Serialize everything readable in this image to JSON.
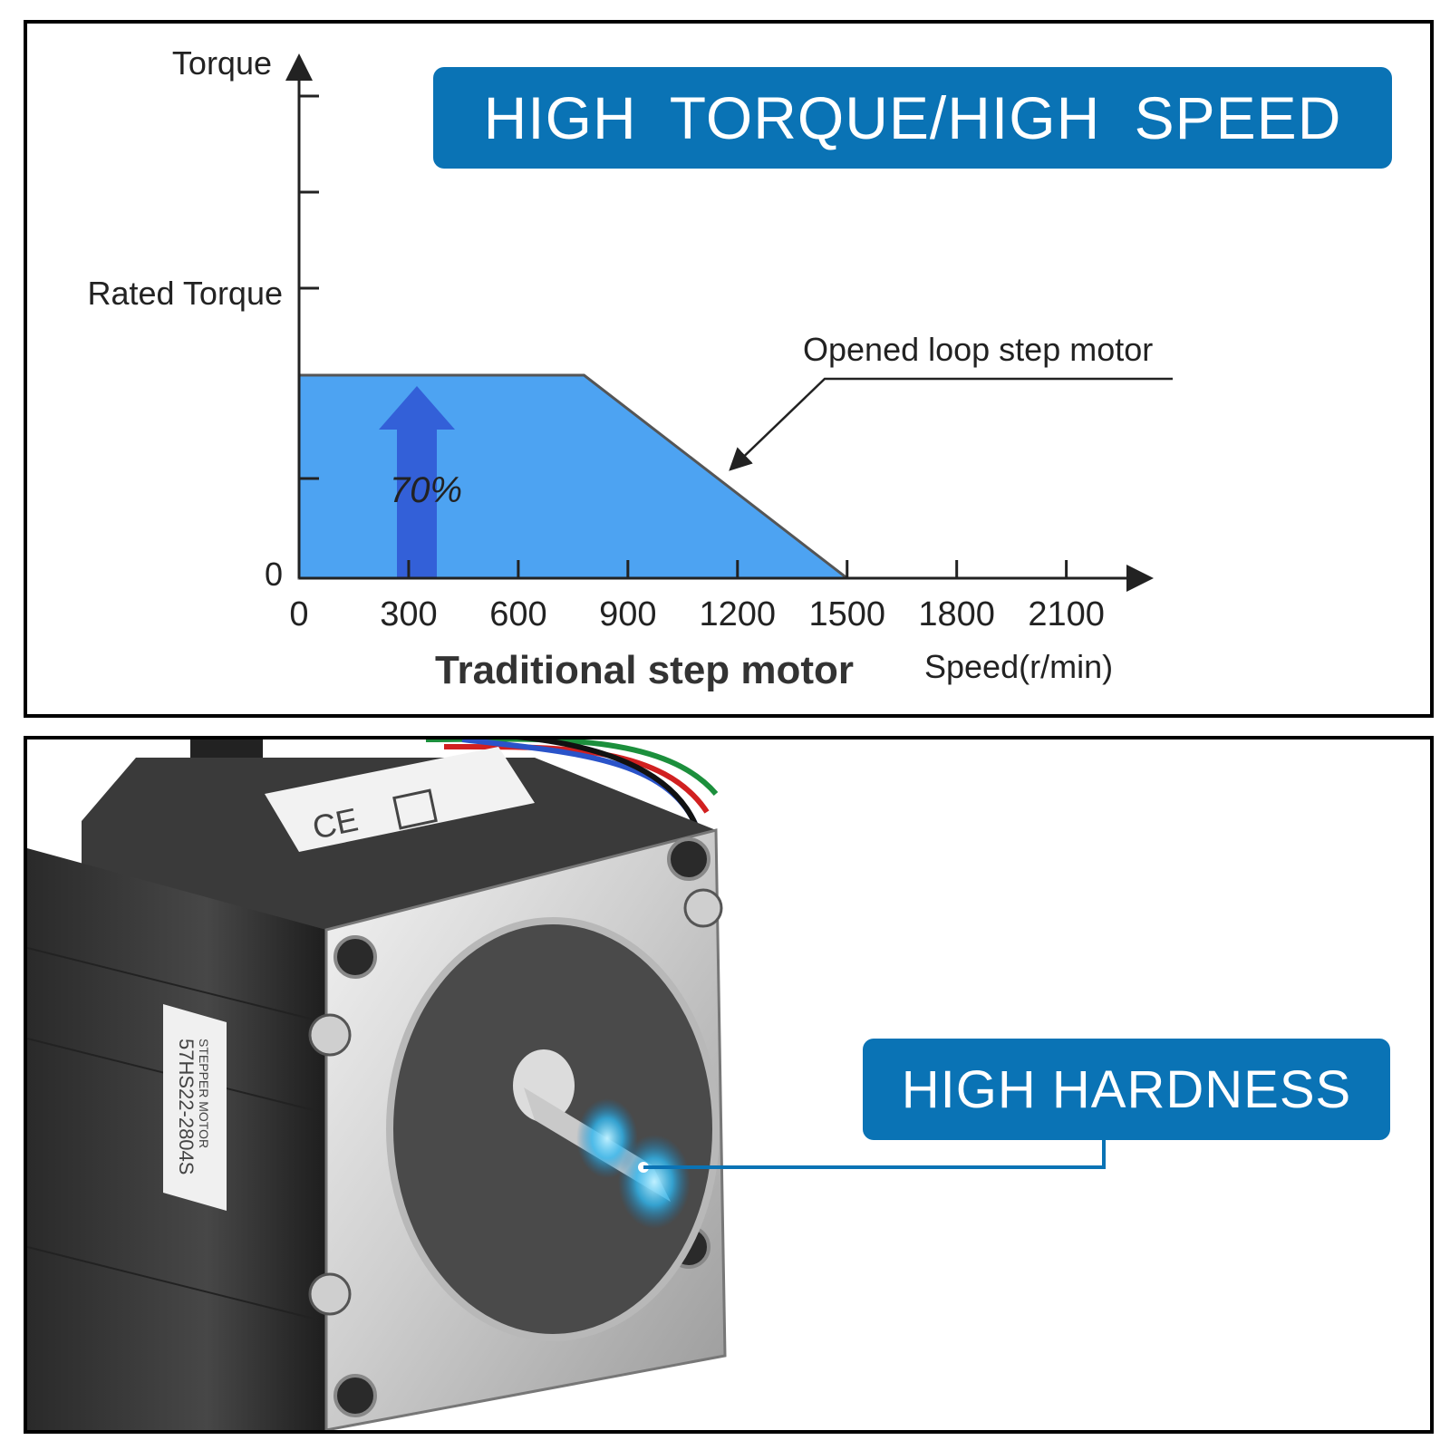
{
  "top_banner": "HIGH TORQUE/HIGH SPEED",
  "hardness_banner": "HIGH HARDNESS",
  "motor_label": {
    "line1": "STEPPER MOTOR",
    "line2": "57HS22-2804S"
  },
  "colors": {
    "banner_blue": "#0a73b5",
    "fill_blue": "#4da3f2",
    "arrow_blue": "#2f55d4"
  },
  "chart_data": {
    "type": "area",
    "ylabel": "Torque",
    "y_tick_labels": [
      "0",
      "Rated Torque"
    ],
    "xlabel": "Speed(r/min)",
    "x_tick_labels": [
      "0",
      "300",
      "600",
      "900",
      "1200",
      "1500",
      "1800",
      "2100"
    ],
    "xlim": [
      0,
      2250
    ],
    "series": [
      {
        "name": "Opened loop step motor",
        "x": [
          0,
          780,
          1500
        ],
        "y": [
          0.7,
          0.7,
          0
        ]
      }
    ],
    "fill_label": "Traditional step motor",
    "annotations": [
      "Opened loop step motor",
      "70%"
    ]
  }
}
